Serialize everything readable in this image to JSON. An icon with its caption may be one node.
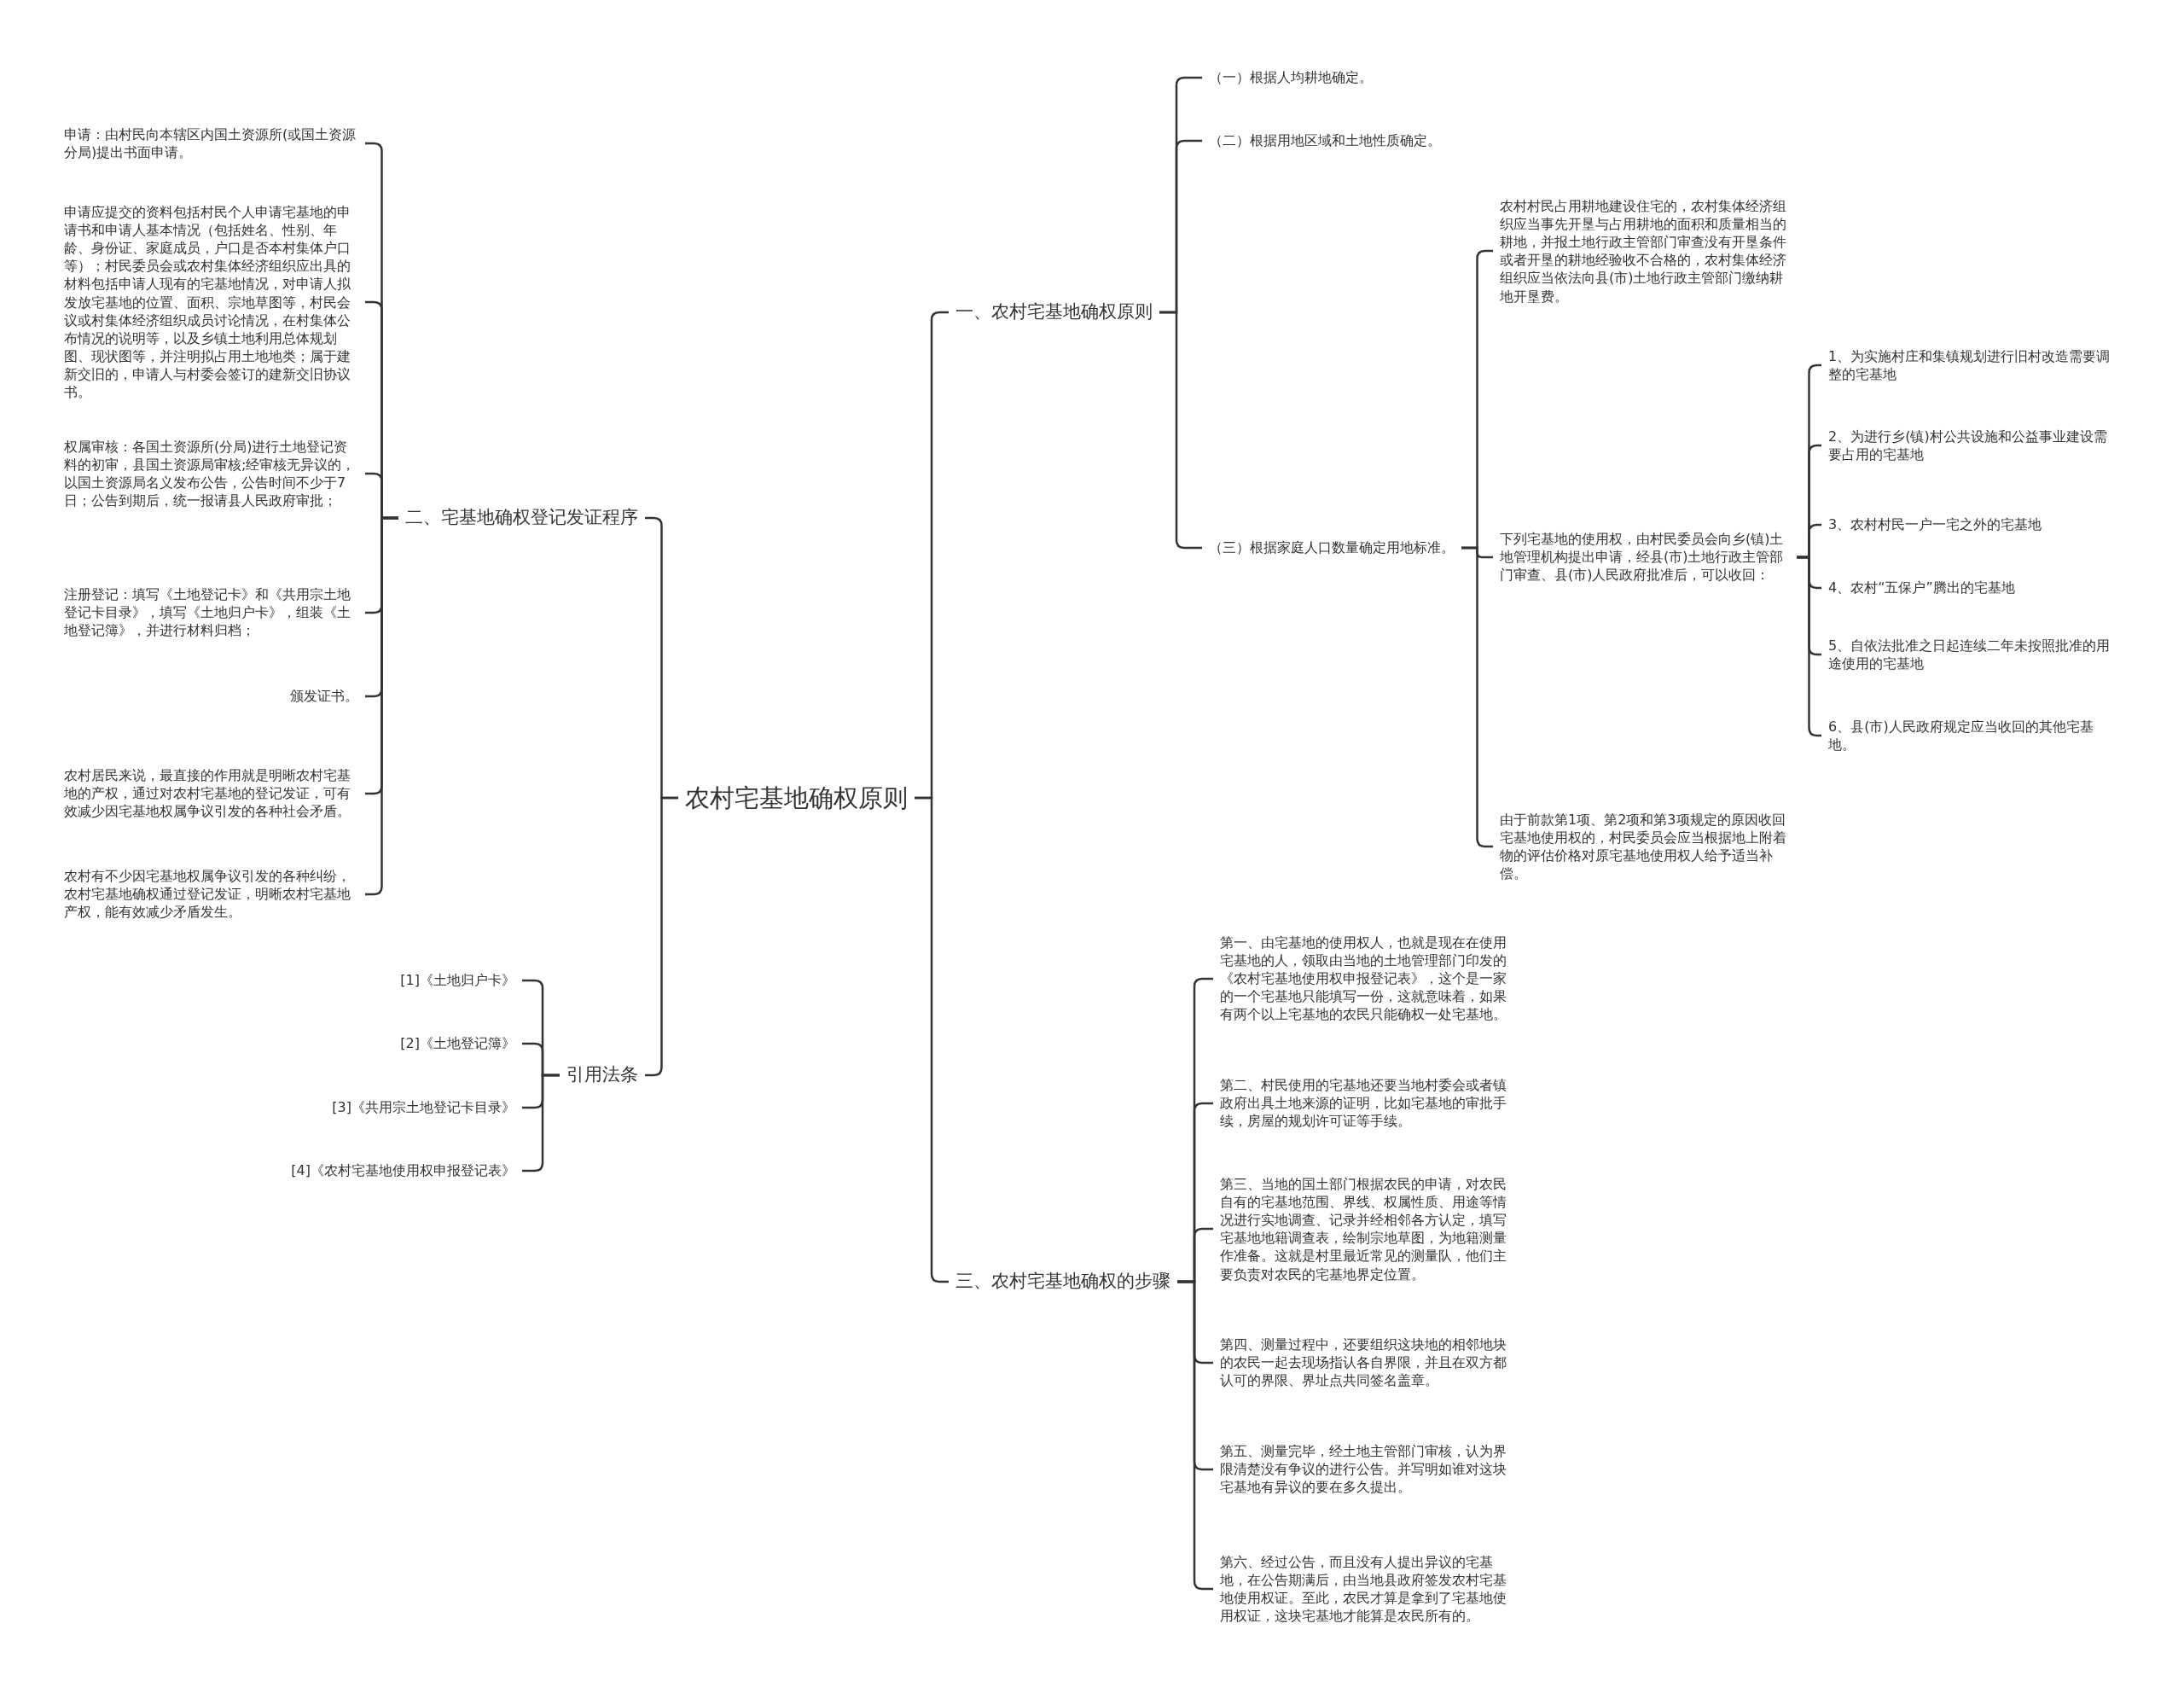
{
  "diagram": {
    "nodes": [
      {
        "text": [
          "农村宅基地确权原则"
        ]
      },
      {
        "text": [
          "一、农村宅基地确权原则"
        ]
      },
      {
        "text": [
          "（一）根据人均耕地确定。"
        ]
      },
      {
        "text": [
          "（二）根据用地区域和土地性质确定。"
        ]
      },
      {
        "text": [
          "（三）根据家庭人口数量确定用地标准。"
        ]
      },
      {
        "text": [
          "农村村民占用耕地建设住宅的，农村集体经济组织应当事先开垦与占用耕地的面积和质量相当的耕地，并报土地行政主管部门审查没有开垦条件或者开垦的耕地经验收不合格的，农村集体经济组织应当依法向县(市)土地行政主管部门缴纳耕地开垦费。"
        ]
      },
      {
        "text": [
          "下列宅基地的使用权，由村民委员会向乡(镇)土地管理机构提出申请，经县(市)土地行政主管部门审查、县(市)人民政府批准后，可以收回："
        ]
      },
      {
        "text": [
          "1、为实施村庄和集镇规划进行旧村改造需要调整的宅基地"
        ]
      },
      {
        "text": [
          "2、为进行乡(镇)村公共设施和公益事业建设需要占用的宅基地"
        ]
      },
      {
        "text": [
          "3、农村村民一户一宅之外的宅基地"
        ]
      },
      {
        "text": [
          "4、农村“五保户”腾出的宅基地"
        ]
      },
      {
        "text": [
          "5、自依法批准之日起连续二年未按照批准的用途使用的宅基地"
        ]
      },
      {
        "text": [
          "6、县(市)人民政府规定应当收回的其他宅基地。"
        ]
      },
      {
        "text": [
          "由于前款第1项、第2项和第3项规定的原因收回宅基地使用权的，村民委员会应当根据地上附着物的评估价格对原宅基地使用权人给予适当补偿。"
        ]
      },
      {
        "text": [
          "二、宅基地确权登记发证程序"
        ]
      },
      {
        "text": [
          "申请：由村民向本辖区内国土资源所(或国土资源分局)提出书面申请。"
        ]
      },
      {
        "text": [
          "申请应提交的资料包括村民个人申请宅基地的申请书和申请人基本情况（包括姓名、性别、年龄、身份证、家庭成员，户口是否本村集体户口等）；村民委员会或农村集体经济组织应出具的材料包括申请人现有的宅基地情况，对申请人拟发放宅基地的位置、面积、宗地草图等，村民会议或村集体经济组织成员讨论情况，在村集体公布情况的说明等，以及乡镇土地利用总体规划图、现状图等，并注明拟占用土地地类；属于建新交旧的，申请人与村委会签订的建新交旧协议书。"
        ]
      },
      {
        "text": [
          "权属审核：各国土资源所(分局)进行土地登记资料的初审，县国土资源局审核;经审核无异议的，以国土资源局名义发布公告，公告时间不少于7日；公告到期后，统一报请县人民政府审批；"
        ]
      },
      {
        "text": [
          "注册登记：填写《土地登记卡》和《共用宗土地登记卡目录》，填写《土地归户卡》，组装《土地登记簿》，并进行材料归档；"
        ]
      },
      {
        "text": [
          "颁发证书。"
        ]
      },
      {
        "text": [
          "农村居民来说，最直接的作用就是明晰农村宅基地的产权，通过对农村宅基地的登记发证，可有效减少因宅基地权属争议引发的各种社会矛盾。"
        ]
      },
      {
        "text": [
          "农村有不少因宅基地权属争议引发的各种纠纷，农村宅基地确权通过登记发证，明晰农村宅基地产权，能有效减少矛盾发生。"
        ]
      },
      {
        "text": [
          "引用法条"
        ]
      },
      {
        "text": [
          "[1]《土地归户卡》"
        ]
      },
      {
        "text": [
          "[2]《土地登记簿》"
        ]
      },
      {
        "text": [
          "[3]《共用宗土地登记卡目录》"
        ]
      },
      {
        "text": [
          "[4]《农村宅基地使用权申报登记表》"
        ]
      },
      {
        "text": [
          "三、农村宅基地确权的步骤"
        ]
      },
      {
        "text": [
          "第一、由宅基地的使用权人，也就是现在在使用宅基地的人，领取由当地的土地管理部门印发的《农村宅基地使用权申报登记表》，这个是一家的一个宅基地只能填写一份，这就意味着，如果有两个以上宅基地的农民只能确权一处宅基地。"
        ]
      },
      {
        "text": [
          "第二、村民使用的宅基地还要当地村委会或者镇政府出具土地来源的证明，比如宅基地的审批手续，房屋的规划许可证等手续。"
        ]
      },
      {
        "text": [
          "第三、当地的国土部门根据农民的申请，对农民自有的宅基地范围、界线、权属性质、用途等情况进行实地调查、记录并经相邻各方认定，填写宅基地地籍调查表，绘制宗地草图，为地籍测量作准备。这就是村里最近常见的测量队，他们主要负责对农民的宅基地界定位置。"
        ]
      },
      {
        "text": [
          "第四、测量过程中，还要组织这块地的相邻地块的农民一起去现场指认各自界限，并且在双方都认可的界限、界址点共同签名盖章。"
        ]
      },
      {
        "text": [
          "第五、测量完毕，经土地主管部门审核，认为界限清楚没有争议的进行公告。并写明如谁对这块宅基地有异议的要在多久提出。"
        ]
      },
      {
        "text": [
          "第六、经过公告，而且没有人提出异议的宅基地，在公告期满后，由当地县政府签发农村宅基地使用权证。至此，农民才算是拿到了宅基地使用权证，这块宅基地才能算是农民所有的。"
        ]
      }
    ],
    "edges": [
      {
        "from": 0,
        "to": 1,
        "arrow": "none"
      },
      {
        "from": 0,
        "to": 14,
        "arrow": "none"
      },
      {
        "from": 0,
        "to": 22,
        "arrow": "none"
      },
      {
        "from": 0,
        "to": 27,
        "arrow": "none"
      },
      {
        "from": 1,
        "to": 2,
        "arrow": "none"
      },
      {
        "from": 1,
        "to": 3,
        "arrow": "none"
      },
      {
        "from": 1,
        "to": 4,
        "arrow": "none"
      },
      {
        "from": 4,
        "to": 5,
        "arrow": "none"
      },
      {
        "from": 4,
        "to": 6,
        "arrow": "none"
      },
      {
        "from": 4,
        "to": 13,
        "arrow": "none"
      },
      {
        "from": 6,
        "to": 7,
        "arrow": "none"
      },
      {
        "from": 6,
        "to": 8,
        "arrow": "none"
      },
      {
        "from": 6,
        "to": 9,
        "arrow": "none"
      },
      {
        "from": 6,
        "to": 10,
        "arrow": "none"
      },
      {
        "from": 6,
        "to": 11,
        "arrow": "none"
      },
      {
        "from": 6,
        "to": 12,
        "arrow": "none"
      },
      {
        "from": 14,
        "to": 15,
        "arrow": "none"
      },
      {
        "from": 14,
        "to": 16,
        "arrow": "none"
      },
      {
        "from": 14,
        "to": 17,
        "arrow": "none"
      },
      {
        "from": 14,
        "to": 18,
        "arrow": "none"
      },
      {
        "from": 14,
        "to": 19,
        "arrow": "none"
      },
      {
        "from": 14,
        "to": 20,
        "arrow": "none"
      },
      {
        "from": 14,
        "to": 21,
        "arrow": "none"
      },
      {
        "from": 22,
        "to": 23,
        "arrow": "none"
      },
      {
        "from": 22,
        "to": 24,
        "arrow": "none"
      },
      {
        "from": 22,
        "to": 25,
        "arrow": "none"
      },
      {
        "from": 22,
        "to": 26,
        "arrow": "none"
      },
      {
        "from": 27,
        "to": 28,
        "arrow": "none"
      },
      {
        "from": 27,
        "to": 29,
        "arrow": "none"
      },
      {
        "from": 27,
        "to": 30,
        "arrow": "none"
      },
      {
        "from": 27,
        "to": 31,
        "arrow": "none"
      },
      {
        "from": 27,
        "to": 32,
        "arrow": "none"
      },
      {
        "from": 27,
        "to": 33,
        "arrow": "none"
      }
    ]
  }
}
